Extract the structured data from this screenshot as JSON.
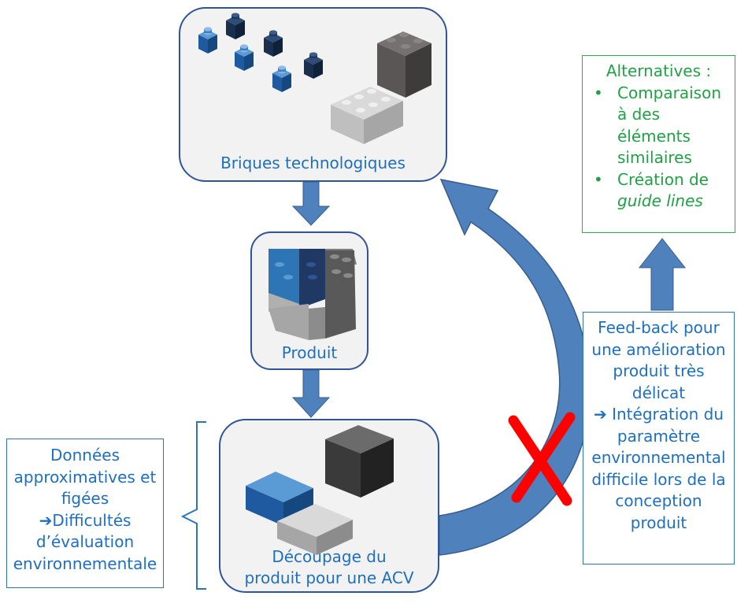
{
  "panels": {
    "top_caption": "Briques technologiques",
    "middle_caption": "Produit",
    "bottom_caption_line1": "Découpage du",
    "bottom_caption_line2": "produit pour une ACV"
  },
  "left_note": {
    "line1": "Données",
    "line2": "approximatives et",
    "line3": "figées",
    "arrow": "➔",
    "line4": "Difficultés",
    "line5": "d’évaluation",
    "line6": "environnementale"
  },
  "right_note": {
    "line1": "Feed-back pour",
    "line2": "une amélioration",
    "line3": "produit très",
    "line4": "délicat",
    "arrow": "➔",
    "line5": "Intégration du",
    "line6": "paramètre",
    "line7": "environnemental",
    "line8": "difficile lors de la",
    "line9": "conception",
    "line10": "produit"
  },
  "alternatives": {
    "title": "Alternatives :",
    "item1_line1": "Comparaison",
    "item1_line2": "à des",
    "item1_line3": "éléments",
    "item1_line4": "similaires",
    "item2_line1": "Création de",
    "item2_line2": "guide lines"
  },
  "colors": {
    "accent_blue": "#4f81bd",
    "text_blue": "#1f6fbf",
    "green": "#22a045",
    "cross_red": "#ff0000"
  }
}
